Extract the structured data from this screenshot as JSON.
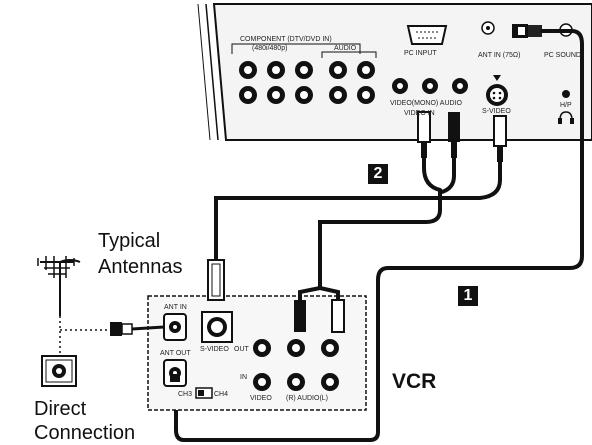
{
  "labels": {
    "typical_antennas_line1": "Typical",
    "typical_antennas_line2": "Antennas",
    "direct_connection_line1": "Direct",
    "direct_connection_line2": "Connection",
    "vcr": "VCR"
  },
  "markers": {
    "step1": "1",
    "step2": "2"
  },
  "tv_panel": {
    "component_header": "COMPONENT (DTV/DVD IN)",
    "component_sub": "(480i/480p)",
    "audio": "AUDIO",
    "pc_input": "PC INPUT",
    "ant_in": "ANT IN (75Ω)",
    "pc_sound": "PC SOUND",
    "video_audio_in": "VIDEO(MONO) AUDIO",
    "video_in": "VIDEO IN",
    "s_video": "S-VIDEO",
    "headphone": "H/P"
  },
  "vcr_panel": {
    "ant_in": "ANT IN",
    "ant_out": "ANT OUT",
    "s_video": "S-VIDEO",
    "out": "OUT",
    "in": "IN",
    "ch3": "CH3",
    "ch4": "CH4",
    "video": "VIDEO",
    "audio_rl": "(R) AUDIO(L)"
  }
}
